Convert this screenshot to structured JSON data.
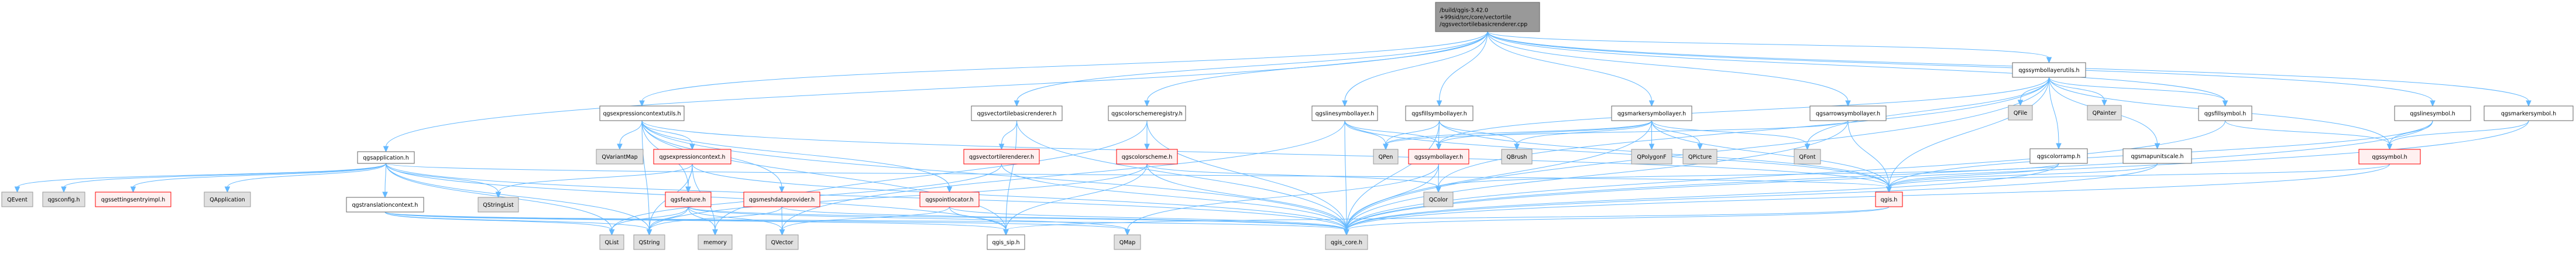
{
  "title": "Include dependency graph for qgsvectortilebasicrenderer.cpp",
  "styles": {
    "root": {
      "fill": "#999999",
      "stroke": "#666666"
    },
    "normal": {
      "fill": "#ffffff",
      "stroke": "#666666"
    },
    "external": {
      "fill": "#e0e0e0",
      "stroke": "#999999"
    },
    "truncated": {
      "fill": "#fff0f0",
      "stroke": "#ff0000"
    },
    "edge_color": "#63b8ff"
  },
  "nodes": [
    {
      "id": "root",
      "label": [
        "/build/qgis-3.42.0",
        "+99sid/src/core/vectortile",
        "/qgsvectortilebasicrenderer.cpp"
      ],
      "style": "root"
    },
    {
      "id": "qgsapplication",
      "label": [
        "qgsapplication.h"
      ],
      "style": "normal"
    },
    {
      "id": "qgsexpressioncontextutils",
      "label": [
        "qgsexpressioncontextutils.h"
      ],
      "style": "normal"
    },
    {
      "id": "qgsvectortilebasicrenderer_h",
      "label": [
        "qgsvectortilebasicrenderer.h"
      ],
      "style": "normal"
    },
    {
      "id": "qgscolorschemeregistry",
      "label": [
        "qgscolorschemeregistry.h"
      ],
      "style": "normal"
    },
    {
      "id": "qgslinesymbollayer",
      "label": [
        "qgslinesymbollayer.h"
      ],
      "style": "normal"
    },
    {
      "id": "qgsfillsymbollayer",
      "label": [
        "qgsfillsymbollayer.h"
      ],
      "style": "normal"
    },
    {
      "id": "qgsmarkersymbollayer",
      "label": [
        "qgsmarkersymbollayer.h"
      ],
      "style": "normal"
    },
    {
      "id": "qgssymbollayerutils",
      "label": [
        "qgssymbollayerutils.h"
      ],
      "style": "normal"
    },
    {
      "id": "qgsarrowsymbollayer",
      "label": [
        "qgsarrowsymbollayer.h"
      ],
      "style": "normal"
    },
    {
      "id": "qgsfillsymbol",
      "label": [
        "qgsfillsymbol.h"
      ],
      "style": "normal"
    },
    {
      "id": "qgslinesymbol",
      "label": [
        "qgslinesymbol.h"
      ],
      "style": "normal"
    },
    {
      "id": "qgsmarkersymbol",
      "label": [
        "qgsmarkersymbol.h"
      ],
      "style": "normal"
    },
    {
      "id": "QEvent",
      "label": [
        "QEvent"
      ],
      "style": "external"
    },
    {
      "id": "qgsconfig",
      "label": [
        "qgsconfig.h"
      ],
      "style": "external"
    },
    {
      "id": "qgssettingsentryimpl",
      "label": [
        "qgssettingsentryimpl.h"
      ],
      "style": "truncated"
    },
    {
      "id": "QApplication",
      "label": [
        "QApplication"
      ],
      "style": "external"
    },
    {
      "id": "qgstranslationcontext",
      "label": [
        "qgstranslationcontext.h"
      ],
      "style": "normal"
    },
    {
      "id": "QStringList",
      "label": [
        "QStringList"
      ],
      "style": "external"
    },
    {
      "id": "QVariantMap",
      "label": [
        "QVariantMap"
      ],
      "style": "external"
    },
    {
      "id": "qgsexpressioncontext",
      "label": [
        "qgsexpressioncontext.h"
      ],
      "style": "truncated"
    },
    {
      "id": "qgsfeature",
      "label": [
        "qgsfeature.h"
      ],
      "style": "truncated"
    },
    {
      "id": "qgsmeshdataprovider",
      "label": [
        "qgsmeshdataprovider.h"
      ],
      "style": "truncated"
    },
    {
      "id": "qgspointlocator",
      "label": [
        "qgspointlocator.h"
      ],
      "style": "truncated"
    },
    {
      "id": "qgsvectortilerenderer",
      "label": [
        "qgsvectortilerenderer.h"
      ],
      "style": "truncated"
    },
    {
      "id": "qgscolorscheme",
      "label": [
        "qgscolorscheme.h"
      ],
      "style": "truncated"
    },
    {
      "id": "QPen",
      "label": [
        "QPen"
      ],
      "style": "external"
    },
    {
      "id": "qgssymbollayer",
      "label": [
        "qgssymbollayer.h"
      ],
      "style": "truncated"
    },
    {
      "id": "QBrush",
      "label": [
        "QBrush"
      ],
      "style": "external"
    },
    {
      "id": "QPolygonF",
      "label": [
        "QPolygonF"
      ],
      "style": "external"
    },
    {
      "id": "QPicture",
      "label": [
        "QPicture"
      ],
      "style": "external"
    },
    {
      "id": "QFont",
      "label": [
        "QFont"
      ],
      "style": "external"
    },
    {
      "id": "QFile",
      "label": [
        "QFile"
      ],
      "style": "external"
    },
    {
      "id": "QPainter",
      "label": [
        "QPainter"
      ],
      "style": "external"
    },
    {
      "id": "qgscolorramp",
      "label": [
        "qgscolorramp.h"
      ],
      "style": "normal"
    },
    {
      "id": "qgsmapunitscale",
      "label": [
        "qgsmapunitscale.h"
      ],
      "style": "normal"
    },
    {
      "id": "qgssymbol",
      "label": [
        "qgssymbol.h"
      ],
      "style": "truncated"
    },
    {
      "id": "QColor",
      "label": [
        "QColor"
      ],
      "style": "external"
    },
    {
      "id": "qgis",
      "label": [
        "qgis.h"
      ],
      "style": "truncated"
    },
    {
      "id": "QList",
      "label": [
        "QList"
      ],
      "style": "external"
    },
    {
      "id": "QString",
      "label": [
        "QString"
      ],
      "style": "external"
    },
    {
      "id": "memory",
      "label": [
        "memory"
      ],
      "style": "external"
    },
    {
      "id": "QVector",
      "label": [
        "QVector"
      ],
      "style": "external"
    },
    {
      "id": "qgis_sip",
      "label": [
        "qgis_sip.h"
      ],
      "style": "normal"
    },
    {
      "id": "QMap",
      "label": [
        "QMap"
      ],
      "style": "external"
    },
    {
      "id": "qgis_core",
      "label": [
        "qgis_core.h"
      ],
      "style": "external"
    }
  ],
  "edges": [
    [
      "root",
      "qgsapplication"
    ],
    [
      "root",
      "qgsexpressioncontextutils"
    ],
    [
      "root",
      "qgsvectortilebasicrenderer_h"
    ],
    [
      "root",
      "qgscolorschemeregistry"
    ],
    [
      "root",
      "qgslinesymbollayer"
    ],
    [
      "root",
      "qgsfillsymbollayer"
    ],
    [
      "root",
      "qgsmarkersymbollayer"
    ],
    [
      "root",
      "qgssymbollayerutils"
    ],
    [
      "root",
      "qgsarrowsymbollayer"
    ],
    [
      "root",
      "qgsfillsymbol"
    ],
    [
      "root",
      "qgslinesymbol"
    ],
    [
      "root",
      "qgsmarkersymbol"
    ],
    [
      "qgsapplication",
      "QEvent"
    ],
    [
      "qgsapplication",
      "qgsconfig"
    ],
    [
      "qgsapplication",
      "qgssettingsentryimpl"
    ],
    [
      "qgsapplication",
      "QApplication"
    ],
    [
      "qgsapplication",
      "qgstranslationcontext"
    ],
    [
      "qgsapplication",
      "QStringList"
    ],
    [
      "qgsapplication",
      "QString"
    ],
    [
      "qgsapplication",
      "QList"
    ],
    [
      "qgsapplication",
      "qgis_core"
    ],
    [
      "qgsapplication",
      "qgis_sip"
    ],
    [
      "qgsapplication",
      "qgis"
    ],
    [
      "qgstranslationcontext",
      "QList"
    ],
    [
      "qgstranslationcontext",
      "QString"
    ],
    [
      "qgstranslationcontext",
      "qgis_core"
    ],
    [
      "qgstranslationcontext",
      "qgis_sip"
    ],
    [
      "qgstranslationcontext",
      "QMap"
    ],
    [
      "qgsexpressioncontextutils",
      "QVariantMap"
    ],
    [
      "qgsexpressioncontextutils",
      "qgsexpressioncontext"
    ],
    [
      "qgsexpressioncontextutils",
      "qgsfeature"
    ],
    [
      "qgsexpressioncontextutils",
      "qgsmeshdataprovider"
    ],
    [
      "qgsexpressioncontextutils",
      "qgspointlocator"
    ],
    [
      "qgsexpressioncontextutils",
      "QString"
    ],
    [
      "qgsexpressioncontextutils",
      "qgis_core"
    ],
    [
      "qgsexpressioncontextutils",
      "qgis_sip"
    ],
    [
      "qgsexpressioncontextutils",
      "qgis"
    ],
    [
      "qgsexpressioncontext",
      "QStringList"
    ],
    [
      "qgsexpressioncontext",
      "qgsfeature"
    ],
    [
      "qgsexpressioncontext",
      "QString"
    ],
    [
      "qgsexpressioncontext",
      "qgis_core"
    ],
    [
      "qgsexpressioncontext",
      "memory"
    ],
    [
      "qgsfeature",
      "QList"
    ],
    [
      "qgsfeature",
      "QString"
    ],
    [
      "qgsfeature",
      "memory"
    ],
    [
      "qgsfeature",
      "QVector"
    ],
    [
      "qgsfeature",
      "qgis_core"
    ],
    [
      "qgsfeature",
      "QMap"
    ],
    [
      "qgsmeshdataprovider",
      "QVector"
    ],
    [
      "qgsmeshdataprovider",
      "QString"
    ],
    [
      "qgsmeshdataprovider",
      "qgis_core"
    ],
    [
      "qgspointlocator",
      "QVector"
    ],
    [
      "qgspointlocator",
      "qgis_core"
    ],
    [
      "qgspointlocator",
      "qgis_sip"
    ],
    [
      "qgsvectortilebasicrenderer_h",
      "qgsvectortilerenderer"
    ],
    [
      "qgsvectortilebasicrenderer_h",
      "qgis_sip"
    ],
    [
      "qgsvectortilebasicrenderer_h",
      "qgis_core"
    ],
    [
      "qgsvectortilerenderer",
      "qgis_core"
    ],
    [
      "qgsvectortilerenderer",
      "QList"
    ],
    [
      "qgscolorschemeregistry",
      "qgscolorscheme"
    ],
    [
      "qgscolorschemeregistry",
      "qgis_core"
    ],
    [
      "qgscolorschemeregistry",
      "memory"
    ],
    [
      "qgscolorscheme",
      "QColor"
    ],
    [
      "qgscolorscheme",
      "qgis_core"
    ],
    [
      "qgscolorscheme",
      "qgis_sip"
    ],
    [
      "qgscolorscheme",
      "QString"
    ],
    [
      "qgslinesymbollayer",
      "QPen"
    ],
    [
      "qgslinesymbollayer",
      "qgssymbollayer"
    ],
    [
      "qgslinesymbollayer",
      "qgis_core"
    ],
    [
      "qgslinesymbollayer",
      "qgis"
    ],
    [
      "qgslinesymbollayer",
      "QVector"
    ],
    [
      "qgsfillsymbollayer",
      "QPen"
    ],
    [
      "qgsfillsymbollayer",
      "qgssymbollayer"
    ],
    [
      "qgsfillsymbollayer",
      "QBrush"
    ],
    [
      "qgsfillsymbollayer",
      "qgis_core"
    ],
    [
      "qgsfillsymbollayer",
      "qgis"
    ],
    [
      "qgsmarkersymbollayer",
      "QPen"
    ],
    [
      "qgsmarkersymbollayer",
      "qgssymbollayer"
    ],
    [
      "qgsmarkersymbollayer",
      "QBrush"
    ],
    [
      "qgsmarkersymbollayer",
      "QPolygonF"
    ],
    [
      "qgsmarkersymbollayer",
      "QPicture"
    ],
    [
      "qgsmarkersymbollayer",
      "QFont"
    ],
    [
      "qgsmarkersymbollayer",
      "qgis_core"
    ],
    [
      "qgsmarkersymbollayer",
      "qgis"
    ],
    [
      "qgssymbollayer",
      "QColor"
    ],
    [
      "qgssymbollayer",
      "qgis_core"
    ],
    [
      "qgssymbollayer",
      "QMap"
    ],
    [
      "qgsarrowsymbollayer",
      "qgis"
    ],
    [
      "qgsarrowsymbollayer",
      "QPen"
    ],
    [
      "qgsarrowsymbollayer",
      "qgis_core"
    ],
    [
      "qgssymbollayerutils",
      "QFile"
    ],
    [
      "qgssymbollayerutils",
      "QPainter"
    ],
    [
      "qgssymbollayerutils",
      "qgsfillsymbol"
    ],
    [
      "qgssymbollayerutils",
      "qgscolorramp"
    ],
    [
      "qgssymbollayerutils",
      "qgsmapunitscale"
    ],
    [
      "qgssymbollayerutils",
      "qgis"
    ],
    [
      "qgssymbollayerutils",
      "QFont"
    ],
    [
      "qgssymbollayerutils",
      "qgssymbollayer"
    ],
    [
      "qgssymbollayerutils",
      "qgis_core"
    ],
    [
      "qgssymbollayerutils",
      "qgssymbol"
    ],
    [
      "qgssymbollayerutils",
      "QColor"
    ],
    [
      "qgscolorramp",
      "qgis"
    ],
    [
      "qgscolorramp",
      "qgis_core"
    ],
    [
      "qgscolorramp",
      "QColor"
    ],
    [
      "qgsmapunitscale",
      "qgis"
    ],
    [
      "qgsmapunitscale",
      "qgis_core"
    ],
    [
      "qgsfillsymbol",
      "qgssymbol"
    ],
    [
      "qgsfillsymbol",
      "qgis_core"
    ],
    [
      "qgslinesymbol",
      "qgssymbol"
    ],
    [
      "qgslinesymbol",
      "qgis_core"
    ],
    [
      "qgslinesymbol",
      "qgis"
    ],
    [
      "qgsmarkersymbol",
      "qgssymbol"
    ],
    [
      "qgsmarkersymbol",
      "qgis_core"
    ],
    [
      "qgssymbol",
      "qgis_core"
    ],
    [
      "qgssymbol",
      "qgis"
    ],
    [
      "qgis",
      "qgis_core"
    ],
    [
      "qgis",
      "qgis_sip"
    ]
  ]
}
